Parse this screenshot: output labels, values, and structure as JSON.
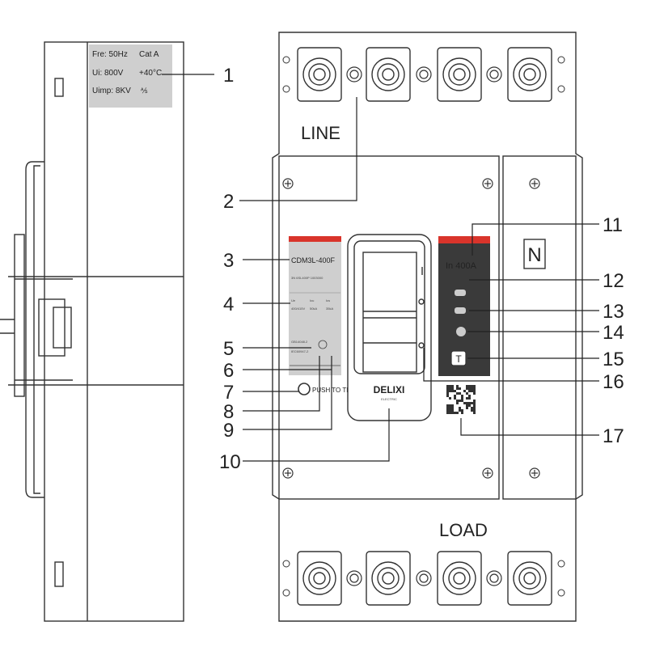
{
  "side_view": {
    "rating_plate": {
      "fre": "Fre: 50Hz",
      "cat": "Cat  A",
      "ui": "Ui: 800V",
      "temp": "+40°C",
      "uimp": "Uimp: 8KV",
      "symbol": "⅍"
    }
  },
  "front_view": {
    "line_label": "LINE",
    "load_label": "LOAD",
    "neutral_label": "N",
    "left_plate": {
      "model": "CDM3L-400F",
      "spec_line": "3N 6SL400P 1003000",
      "small_rows": [
        "Ue",
        "Icu",
        "Ics",
        "400/415V",
        "50kA",
        "35kA"
      ],
      "standard_1": "GB14048.2",
      "standard_2": "IEC60947-2"
    },
    "right_plate": {
      "rating": "In 400A",
      "test_label": "T"
    },
    "push_to_trip": "PUSH TO TRIP",
    "brand": "DELIXI",
    "brand_sub": "ELECTRIC"
  },
  "callouts": [
    "1",
    "2",
    "3",
    "4",
    "5",
    "6",
    "7",
    "8",
    "9",
    "10",
    "11",
    "12",
    "13",
    "14",
    "15",
    "16",
    "17"
  ],
  "colors": {
    "line": "#333333",
    "plate_gray": "#cfcfcf",
    "plate_dark": "#3a3a3a",
    "accent_red": "#d9342b"
  }
}
